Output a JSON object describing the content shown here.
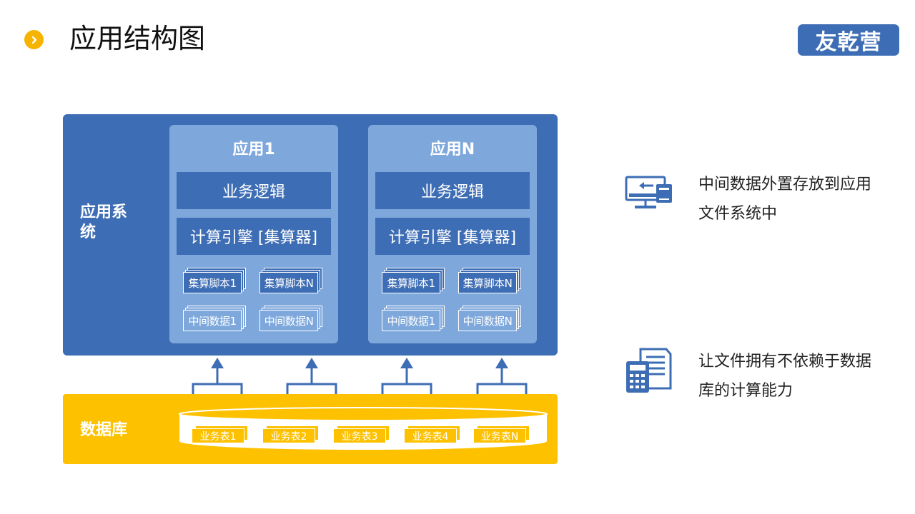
{
  "header": {
    "title": "应用结构图",
    "logo_text": "友乾营"
  },
  "colors": {
    "primary_blue": "#3d6db4",
    "light_blue": "#7ea8dc",
    "accent_yellow": "#fdc100",
    "bullet_yellow": "#f6b400"
  },
  "app_system": {
    "label": "应用系统",
    "apps": [
      {
        "title": "应用1",
        "business_logic": "业务逻辑",
        "engine": "计算引擎 [集算器]",
        "scripts": [
          "集算脚本1",
          "集算脚本N"
        ],
        "data_files": [
          "中间数据1",
          "中间数据N"
        ]
      },
      {
        "title": "应用N",
        "business_logic": "业务逻辑",
        "engine": "计算引擎 [集算器]",
        "scripts": [
          "集算脚本1",
          "集算脚本N"
        ],
        "data_files": [
          "中间数据1",
          "中间数据N"
        ]
      }
    ]
  },
  "database": {
    "label": "数据库",
    "tables": [
      "业务表1",
      "业务表2",
      "业务表3",
      "业务表4",
      "业务表N"
    ]
  },
  "notes": [
    {
      "icon": "computer-storage-icon",
      "text": "中间数据外置存放到应用文件系统中"
    },
    {
      "icon": "calculator-document-icon",
      "text": "让文件拥有不依赖于数据库的计算能力"
    }
  ]
}
